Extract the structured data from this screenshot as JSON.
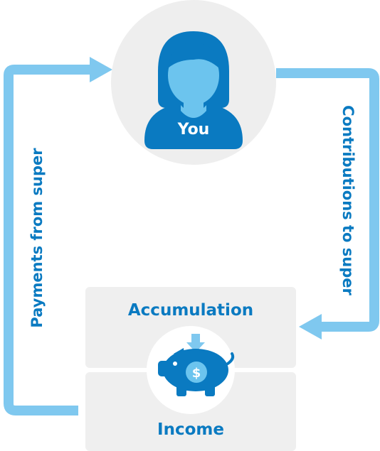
{
  "person": {
    "label": "You",
    "icon": "person-icon"
  },
  "flows": {
    "right_label": "Contributions to super",
    "left_label": "Payments from super"
  },
  "phases": {
    "top_label": "Accumulation",
    "bottom_label": "Income",
    "center_icon": "piggy-bank-dollar-icon",
    "center_symbol": "$"
  },
  "colors": {
    "primary_blue": "#0a7ac1",
    "light_blue": "#6cc4ee",
    "arrow_blue": "#7fc8ef",
    "panel_gray": "#efefef",
    "circle_gray": "#eeeeee"
  }
}
